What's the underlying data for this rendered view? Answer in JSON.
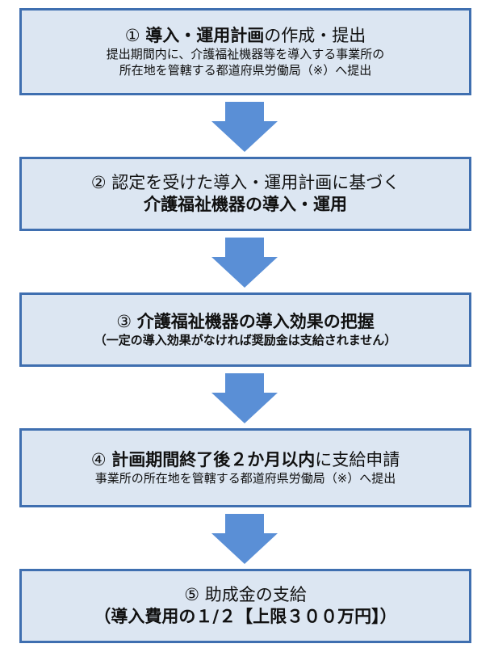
{
  "steps": [
    {
      "line1": [
        {
          "text": "① ",
          "bold": false
        },
        {
          "text": "導入・運用計画",
          "bold": true
        },
        {
          "text": "の作成・提出",
          "bold": false
        }
      ],
      "line2": "提出期間内に、介護福祉機器等を導入する事業所の",
      "line3": "所在地を管轄する都道府県労働局（※）へ提出"
    },
    {
      "line1": "② 認定を受けた導入・運用計画に基づく",
      "line2": "介護福祉機器の導入・運用"
    },
    {
      "line1": [
        {
          "text": "③ ",
          "bold": false
        },
        {
          "text": "介護福祉機器の導入効果の把握",
          "bold": true
        }
      ],
      "line2": "（一定の導入効果がなければ奨励金は支給されません）"
    },
    {
      "line1": [
        {
          "text": "④ ",
          "bold": false
        },
        {
          "text": "計画期間終了後２か月以内",
          "bold": true
        },
        {
          "text": "に支給申請",
          "bold": false
        }
      ],
      "line2": "事業所の所在地を管轄する都道府県労働局（※）へ提出"
    },
    {
      "line1": "⑤ 助成金の支給",
      "line2": "（導入費用の１/２【上限３００万円】）"
    }
  ],
  "colors": {
    "box_fill": "#dce6f2",
    "box_border": "#3f6fb0",
    "arrow": "#5a8fd6"
  }
}
